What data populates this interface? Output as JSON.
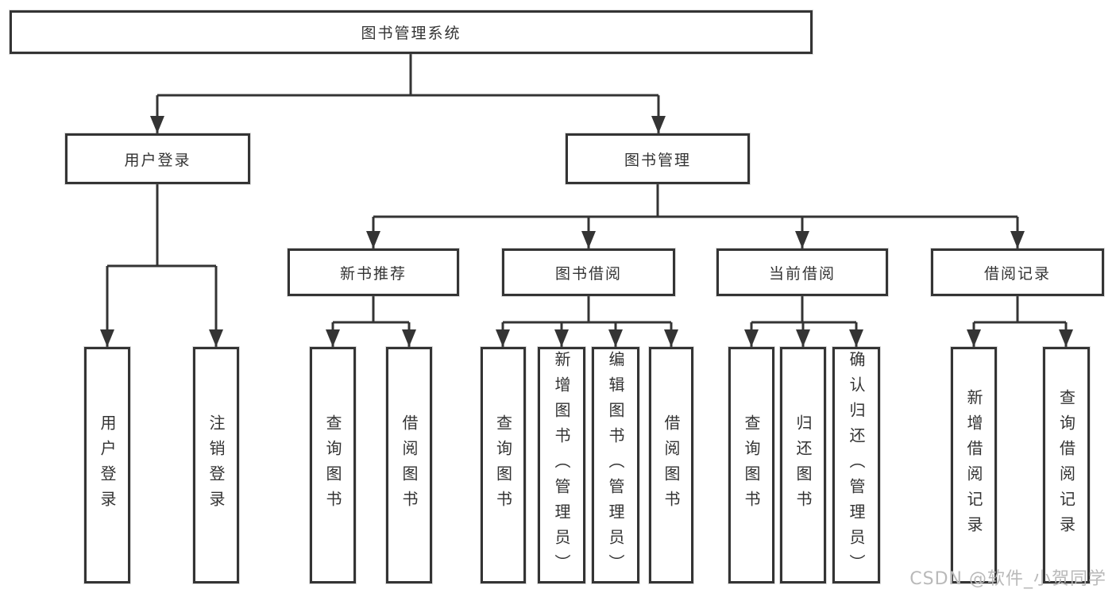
{
  "diagram": {
    "title": "图书管理系统",
    "colors": {
      "line": "#343434",
      "border": "#343434",
      "text": "#333333",
      "watermark": "#b9b9b9",
      "background": "#ffffff"
    },
    "root": {
      "label": "图书管理系统"
    },
    "level2": [
      {
        "label": "用户登录"
      },
      {
        "label": "图书管理"
      }
    ],
    "level3": [
      {
        "label": "新书推荐"
      },
      {
        "label": "图书借阅"
      },
      {
        "label": "当前借阅"
      },
      {
        "label": "借阅记录"
      }
    ],
    "leaves": {
      "user_login": [
        {
          "label": "用户登录"
        },
        {
          "label": "注销登录"
        }
      ],
      "new_books": [
        {
          "label": "查询图书"
        },
        {
          "label": "借阅图书"
        }
      ],
      "book_borrow": [
        {
          "label": "查询图书"
        },
        {
          "label": "新增图书（管理员）"
        },
        {
          "label": "编辑图书（管理员）"
        },
        {
          "label": "借阅图书"
        }
      ],
      "current_borrow": [
        {
          "label": "查询图书"
        },
        {
          "label": "归还图书"
        },
        {
          "label": "确认归还（管理员）"
        }
      ],
      "borrow_records": [
        {
          "label": "新增借阅记录"
        },
        {
          "label": "查询借阅记录"
        }
      ]
    },
    "watermark": "CSDN @软件_小贺同学"
  }
}
